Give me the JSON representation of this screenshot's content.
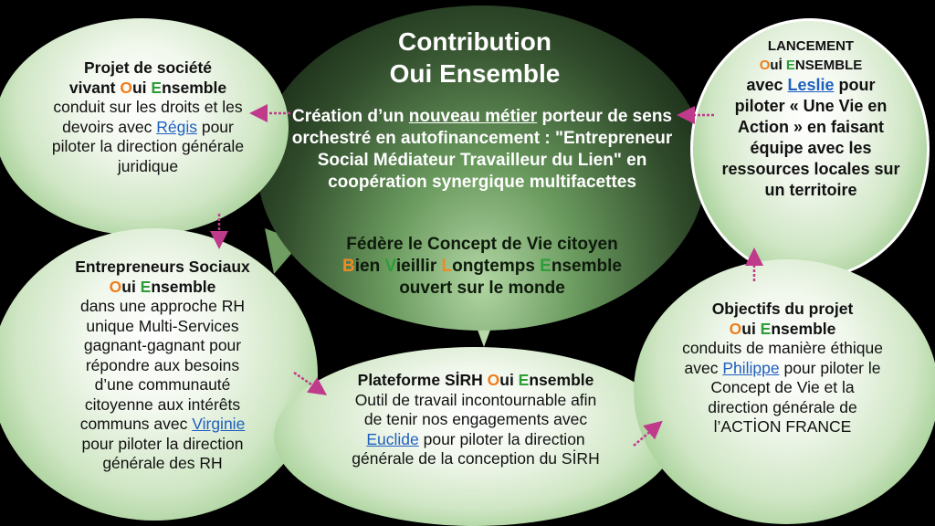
{
  "center": {
    "title_line1": "Contribution",
    "title_line2": "Oui Ensemble",
    "text_pre": "Création d’un ",
    "text_underlined": "nouveau métier",
    "text_post": " porteur de sens orchestré en autofinancement : \"Entrepreneur Social Médiateur Travailleur du Lien\" en coopération synergique multifacettes",
    "concept_line1": "Fédère le Concept de Vie citoyen",
    "concept_B": "B",
    "concept_ien": "ien ",
    "concept_V": "V",
    "concept_ieillir": "ieillir ",
    "concept_L": "L",
    "concept_ongtemps": "ongtemps ",
    "concept_E": "E",
    "concept_nsemble": "nsemble",
    "concept_line3": "ouvert sur le monde"
  },
  "top_left": {
    "title_line1": "Projet de société",
    "title_vivant": "vivant ",
    "o": "O",
    "ui": "ui ",
    "e": "E",
    "nsemble": "nsemble",
    "body_pre": "conduit sur les droits et les devoirs avec ",
    "link": "Régis",
    "body_post": " pour piloter la direction générale juridique"
  },
  "top_right": {
    "title": "LANCEMENT",
    "o": "O",
    "ui": "uİ ",
    "e": "E",
    "nsemble": "NSEMBLE",
    "avec": "avec ",
    "link": "Leslie",
    "body_post": " pour piloter « Une Vie en Action » en faisant équipe avec les ressources locales sur un territoire"
  },
  "bottom_left": {
    "title_line1": "Entrepreneurs Sociaux",
    "o": "O",
    "ui": "ui ",
    "e": "E",
    "nsemble": "nsemble",
    "body_pre": "dans une approche RH unique Multi-Services gagnant-gagnant pour répondre aux besoins d’une communauté citoyenne aux intérêts communs avec ",
    "link": "Virginie",
    "body_post": " pour piloter la direction générale des RH"
  },
  "bottom_center": {
    "title_pre": "Plateforme SİRH ",
    "o": "O",
    "ui": "ui ",
    "e": "E",
    "nsemble": "nsemble",
    "body_pre": "Outil de travail incontournable afin de tenir nos engagements avec ",
    "link": "Euclide",
    "body_post": " pour piloter la direction générale de la conception du SİRH"
  },
  "bottom_right": {
    "title_line1": "Objectifs du projet",
    "o": "O",
    "ui": "ui ",
    "e": "E",
    "nsemble": "nsemble",
    "body_pre": "conduits de manière éthique avec ",
    "link": "Philippe",
    "body_post": " pour piloter le Concept de Vie et la direction générale de l’ACTİON FRANCE"
  },
  "colors": {
    "orange": "#ef7d1a",
    "green": "#2f9c3a",
    "arrow": "#c03a8c",
    "link": "#1f5fbf"
  }
}
